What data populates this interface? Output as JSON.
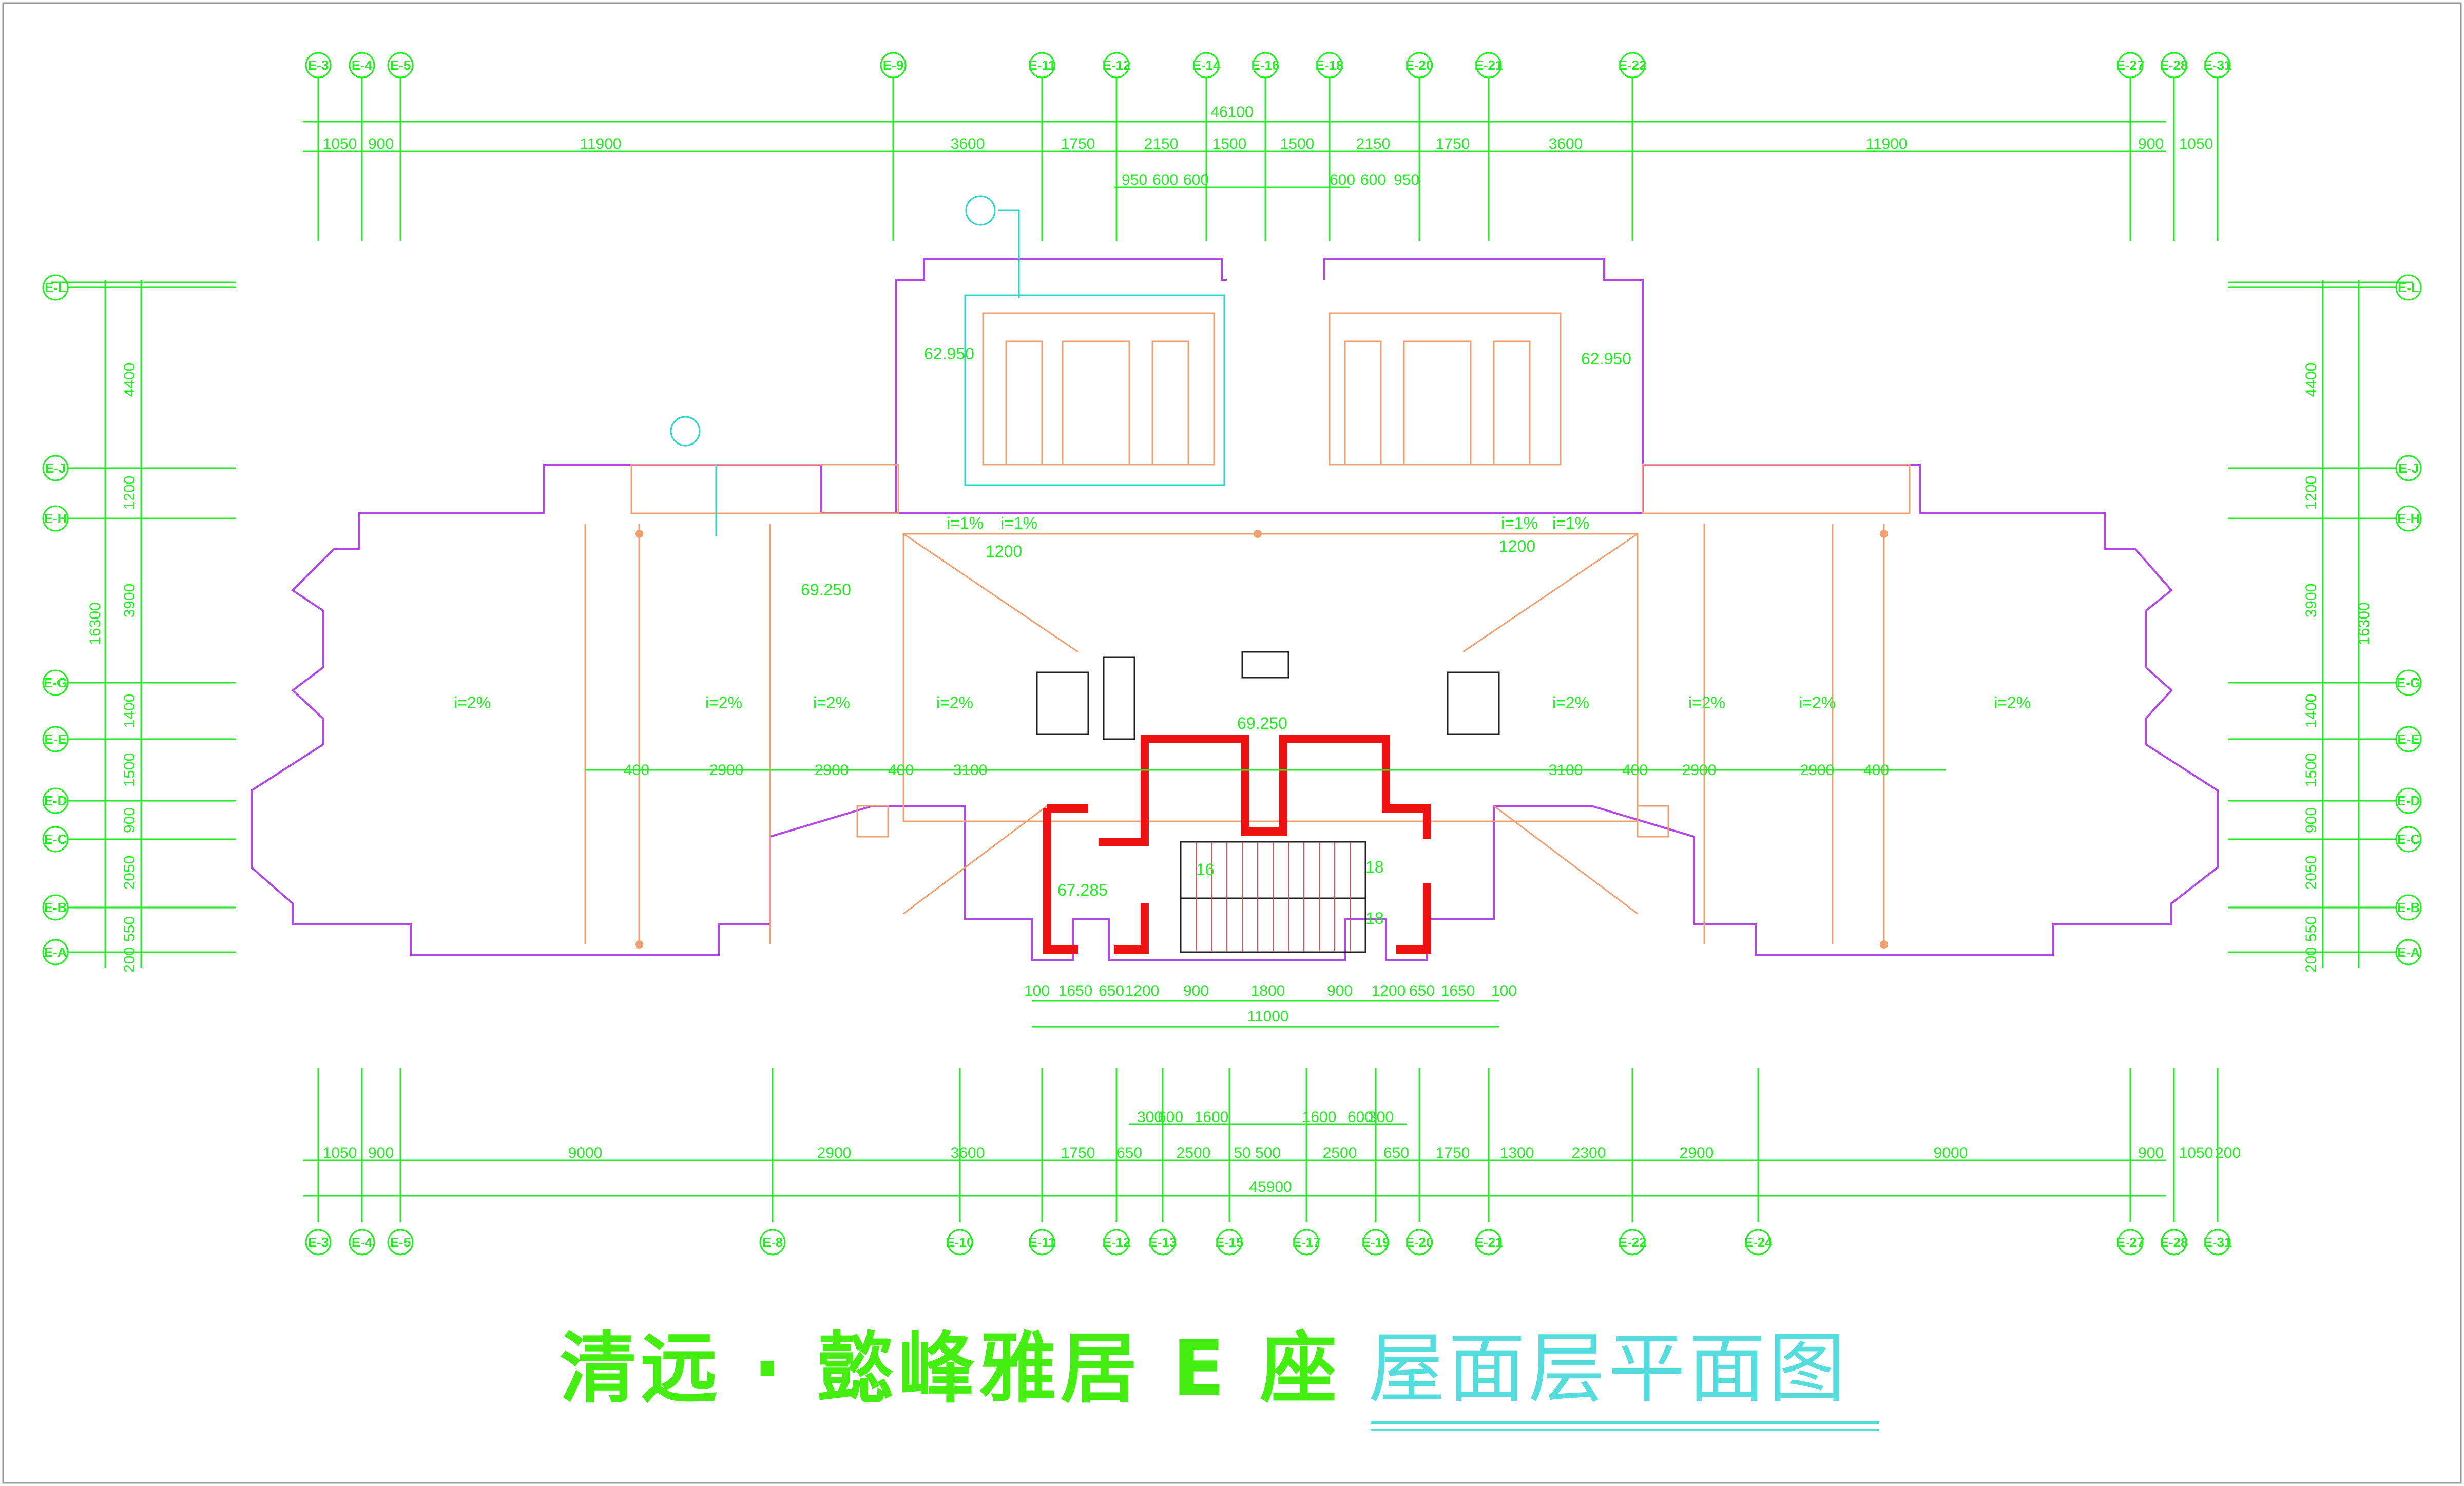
{
  "title": {
    "project": "清远 · 懿峰雅居 E 座",
    "sheet": "屋面层平面图"
  },
  "axes_top": [
    "E-3",
    "E-4",
    "E-5",
    "E-9",
    "E-11",
    "E-12",
    "E-14",
    "E-16",
    "E-18",
    "E-20",
    "E-21",
    "E-22",
    "E-27",
    "E-28",
    "E-31"
  ],
  "axes_bottom": [
    "E-3",
    "E-4",
    "E-5",
    "E-8",
    "E-10",
    "E-11",
    "E-12",
    "E-13",
    "E-15",
    "E-17",
    "E-19",
    "E-20",
    "E-21",
    "E-22",
    "E-24",
    "E-27",
    "E-28",
    "E-31"
  ],
  "axes_left": [
    "E-L",
    "E-J",
    "E-H",
    "E-G",
    "E-E",
    "E-D",
    "E-C",
    "E-B",
    "E-A"
  ],
  "axes_right": [
    "E-L",
    "E-J",
    "E-H",
    "E-G",
    "E-E",
    "E-D",
    "E-C",
    "E-B",
    "E-A"
  ],
  "dims_top_total": "46100",
  "dims_top": [
    "1050",
    "900",
    "11900",
    "3600",
    "1750",
    "2150",
    "1500",
    "1500",
    "2150",
    "1750",
    "3600",
    "11900",
    "900",
    "1050"
  ],
  "dims_top_sub": [
    "950",
    "600",
    "600",
    "600",
    "600",
    "950"
  ],
  "dims_bottom_total": "45900",
  "dims_bottom": [
    "1050",
    "900",
    "9000",
    "2900",
    "3600",
    "1750",
    "650",
    "2500",
    "50",
    "500",
    "2500",
    "650",
    "1750",
    "1300",
    "2300",
    "2900",
    "9000",
    "900",
    "1050",
    "200"
  ],
  "dims_bottom_sub": [
    "300",
    "600",
    "1600",
    "1600",
    "600",
    "300"
  ],
  "dims_core_total": "11000",
  "dims_core": [
    "100",
    "1650",
    "650",
    "1200",
    "900",
    "1800",
    "900",
    "1200",
    "650",
    "1650",
    "100"
  ],
  "dims_left_total": "16300",
  "dims_left": [
    "4400",
    "1200",
    "3900",
    "1400",
    "1500",
    "900",
    "2050",
    "550",
    "200"
  ],
  "dims_right_total": "16300",
  "dims_right": [
    "4400",
    "1200",
    "3900",
    "1400",
    "1500",
    "900",
    "2050",
    "550",
    "200"
  ],
  "roof_spans": [
    "2900",
    "2900",
    "400",
    "3100",
    "3100",
    "400",
    "2900",
    "2900",
    "400",
    "400"
  ],
  "slopes": [
    "i=2%",
    "i=2%",
    "i=2%",
    "i=2%",
    "i=2%",
    "i=2%",
    "i=2%",
    "i=2%",
    "i=1%",
    "i=1%",
    "i=1%",
    "i=1%"
  ],
  "elevations": [
    "62.950",
    "62.950",
    "69.250",
    "69.250",
    "67.285"
  ],
  "callouts": [
    "1200",
    "1200"
  ],
  "stair_labels": [
    "16",
    "18",
    "18"
  ]
}
